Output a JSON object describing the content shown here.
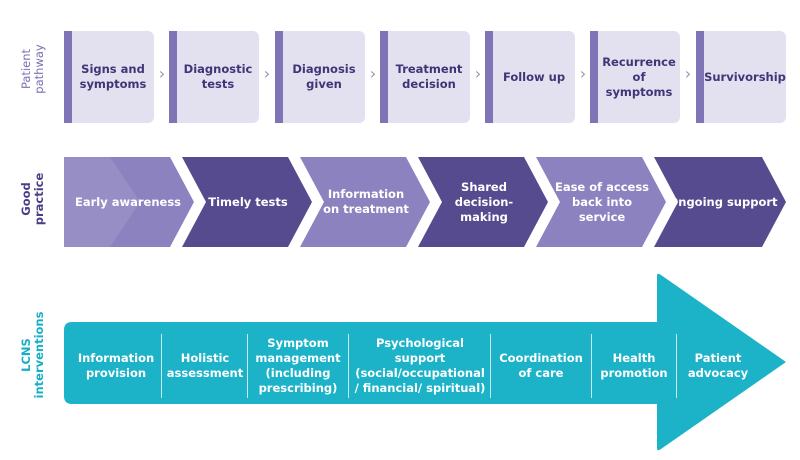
{
  "row_labels": {
    "pathway": [
      "Patient",
      "pathway"
    ],
    "good_practice": [
      "Good",
      "practice"
    ],
    "lcns": [
      "LCNS",
      "interventions"
    ]
  },
  "patient_pathway": [
    "Signs and\nsymptoms",
    "Diagnostic\ntests",
    "Diagnosis\ngiven",
    "Treatment\ndecision",
    "Follow up",
    "Recurrence\nof symptoms",
    "Survivorship"
  ],
  "separator_glyph": "›",
  "good_practice": [
    {
      "label": "Early awareness",
      "color": "#8c82c0"
    },
    {
      "label": "Timely tests",
      "color": "#564b8f"
    },
    {
      "label": "Information\non treatment",
      "color": "#8c82c0"
    },
    {
      "label": "Shared\ndecision-making",
      "color": "#564b8f"
    },
    {
      "label": "Ease of access\nback into service",
      "color": "#8c82c0"
    },
    {
      "label": "Ongoing support",
      "color": "#564b8f"
    }
  ],
  "lcns_interventions": [
    "Information\nprovision",
    "Holistic\nassessment",
    "Symptom\nmanagement\n(including\nprescribing)",
    "Psychological\nsupport\n(social/occupational\n/ financial/ spiritual)",
    "Coordination\nof care",
    "Health\npromotion",
    "Patient\nadvocacy"
  ],
  "colors": {
    "pathway_box": "#e3e1f0",
    "pathway_bar": "#7f74b6",
    "pathway_text": "#3f3577",
    "chevron_light": "#8c82c0",
    "chevron_dark": "#564b8f",
    "lcns_arrow": "#1cb3c9"
  }
}
